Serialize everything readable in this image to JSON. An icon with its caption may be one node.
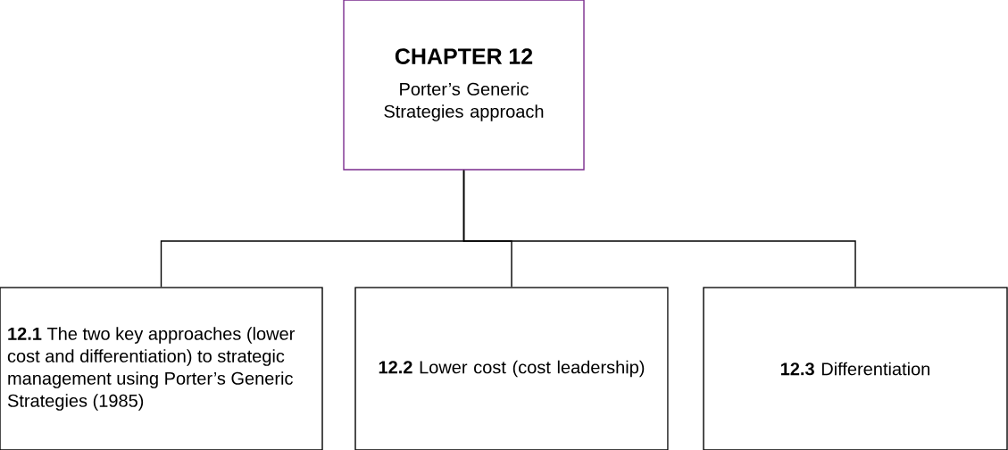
{
  "diagram": {
    "nodes": [
      {
        "text": [
          "CHAPTER 12",
          "Porter’s Generic Strategies approach"
        ]
      },
      {
        "text": [
          "**12.1** The two key approaches (lower cost and differentiation) to strategic management using Porter’s Generic Strategies (1985)"
        ]
      },
      {
        "text": [
          "**12.2** Lower cost (cost leadership)"
        ]
      },
      {
        "text": [
          "**12.3** Differentiation"
        ]
      }
    ],
    "edges": [
      {
        "from": 0,
        "to": 1,
        "arrow": "none"
      },
      {
        "from": 0,
        "to": 2,
        "arrow": "none"
      },
      {
        "from": 0,
        "to": 3,
        "arrow": "none"
      }
    ]
  }
}
